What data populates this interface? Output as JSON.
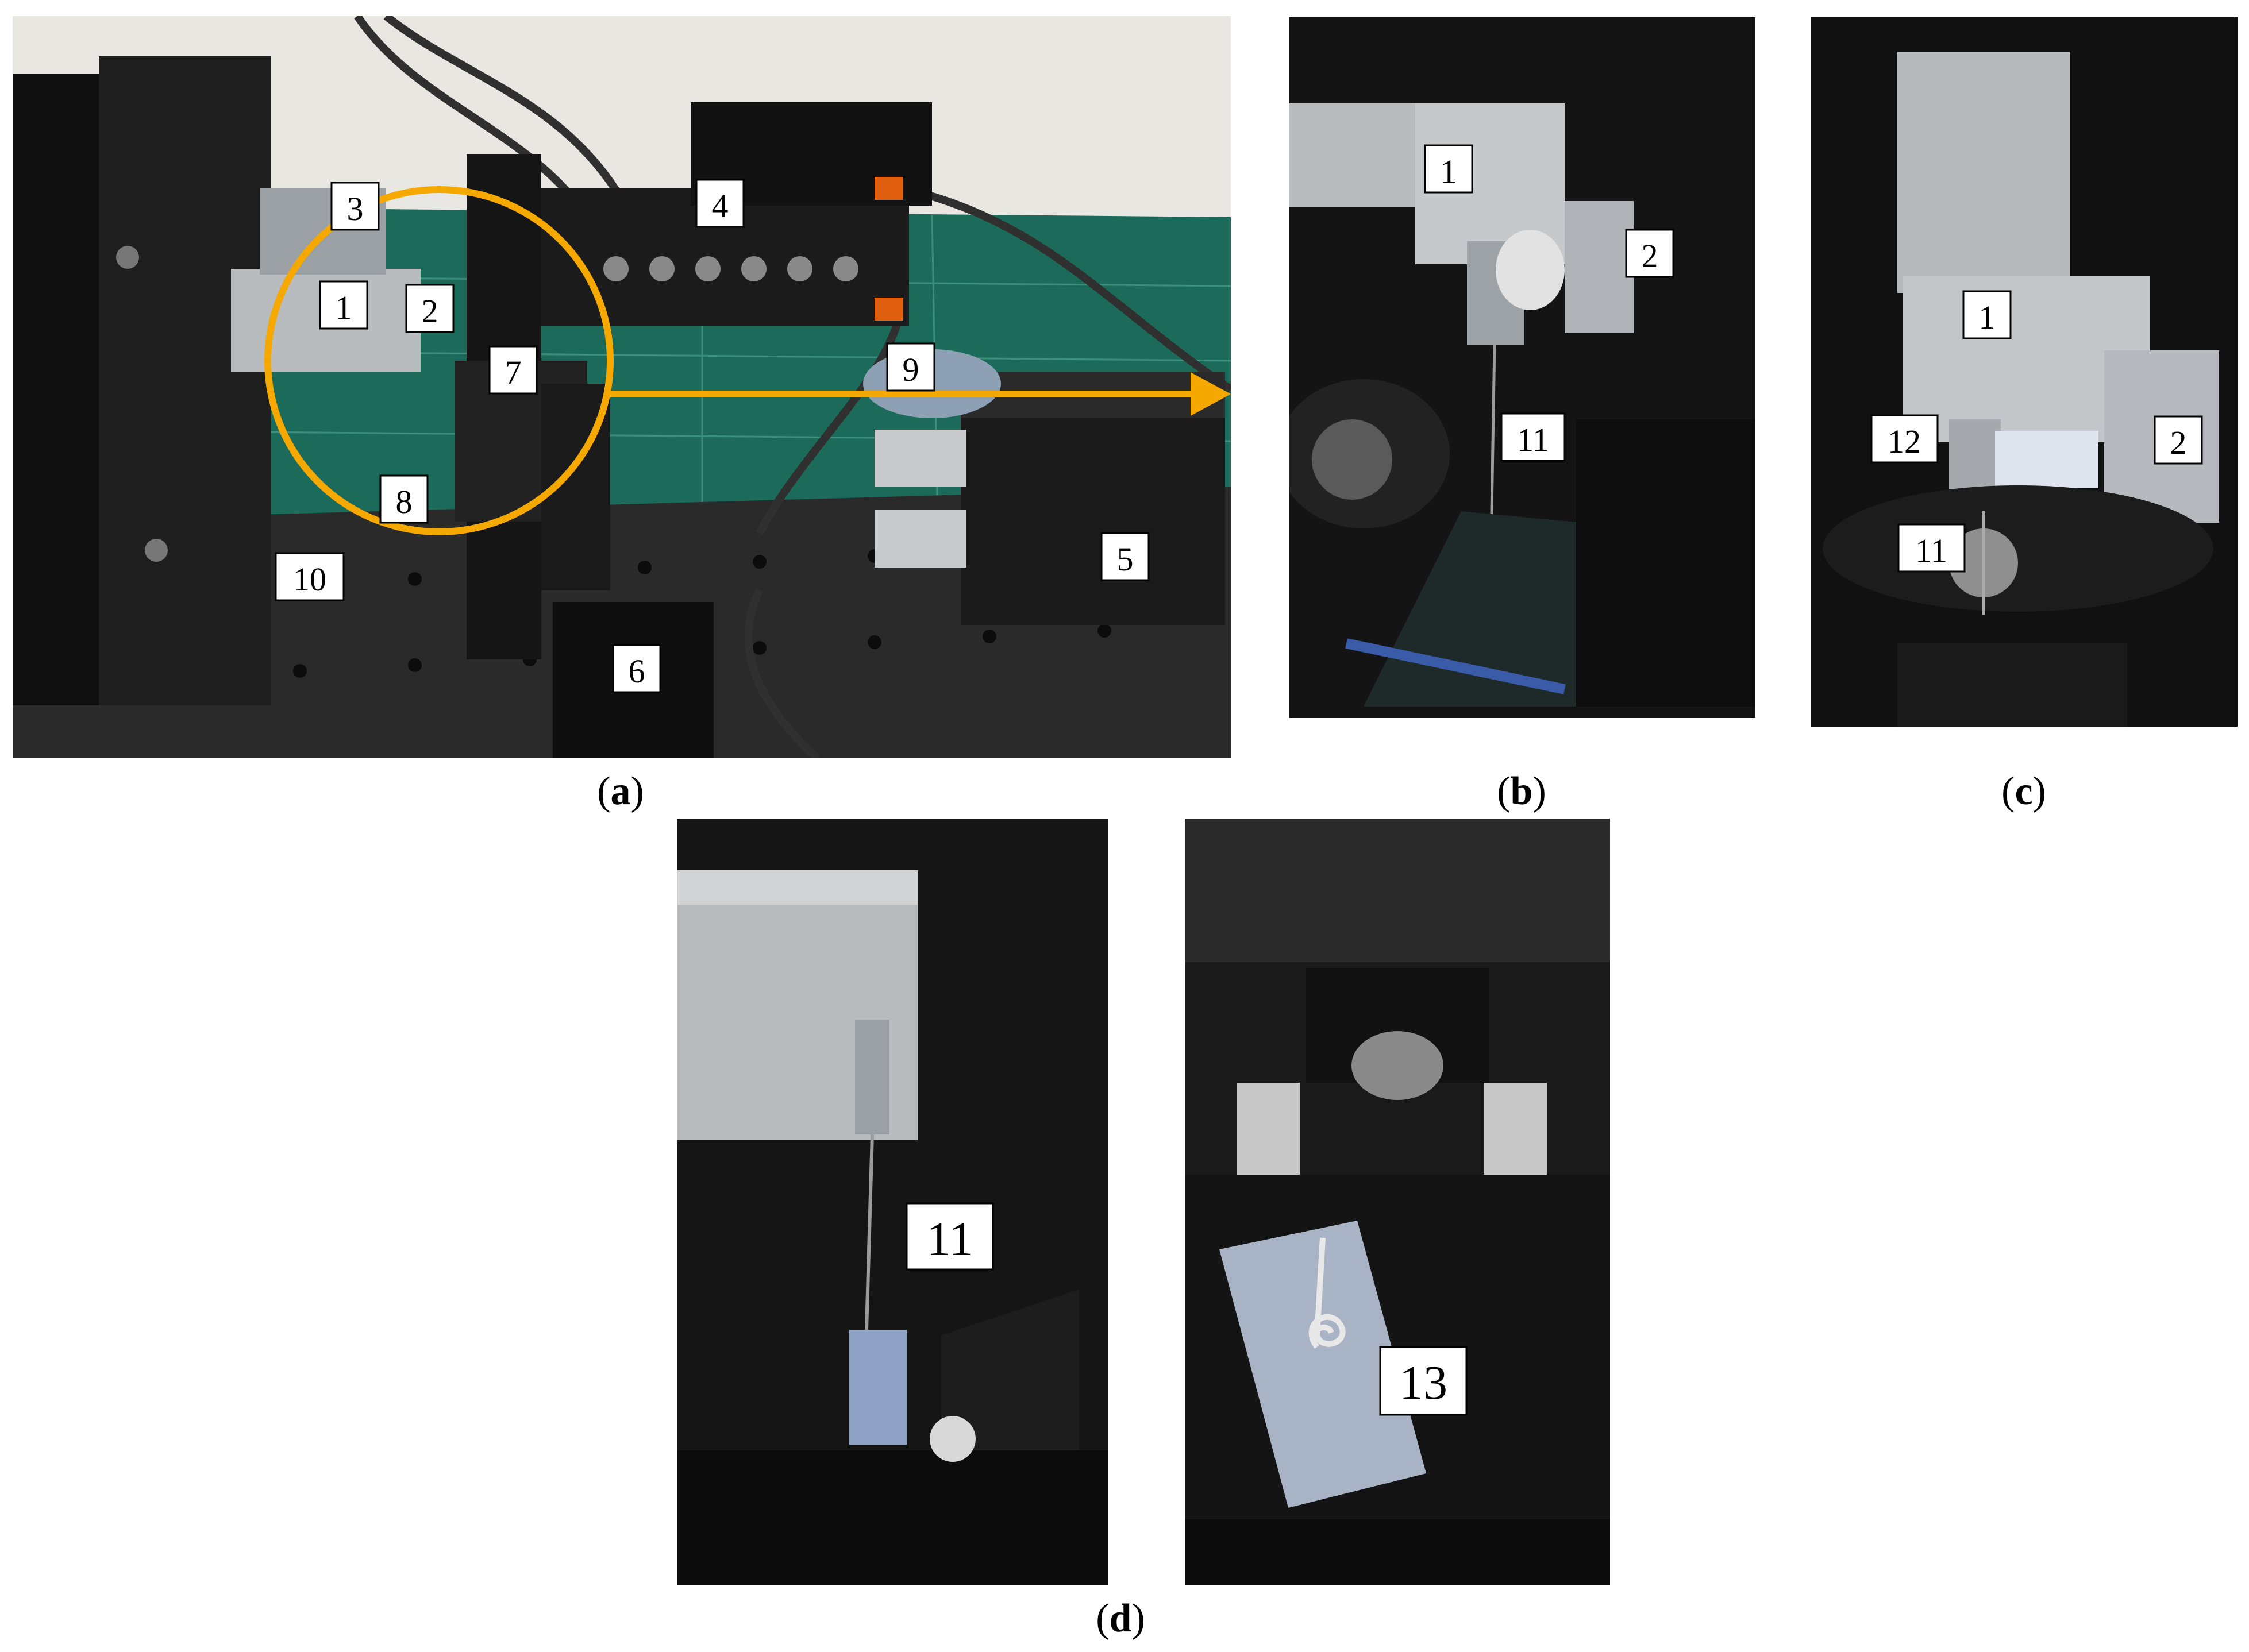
{
  "panels": {
    "a": {
      "caption_letter": "a",
      "callouts": [
        "1",
        "2",
        "3",
        "4",
        "5",
        "6",
        "7",
        "8",
        "9",
        "10"
      ]
    },
    "b": {
      "caption_letter": "b",
      "callouts": [
        "1",
        "2",
        "11"
      ]
    },
    "c": {
      "caption_letter": "c",
      "callouts": [
        "1",
        "2",
        "12",
        "11"
      ]
    },
    "d": {
      "caption_letter": "d",
      "callouts": [
        "11",
        "13"
      ]
    }
  },
  "colors": {
    "highlight": "#f5a800",
    "mat": "#1c6b5a",
    "metal": "#b9bcbf",
    "dark": "#141414"
  }
}
